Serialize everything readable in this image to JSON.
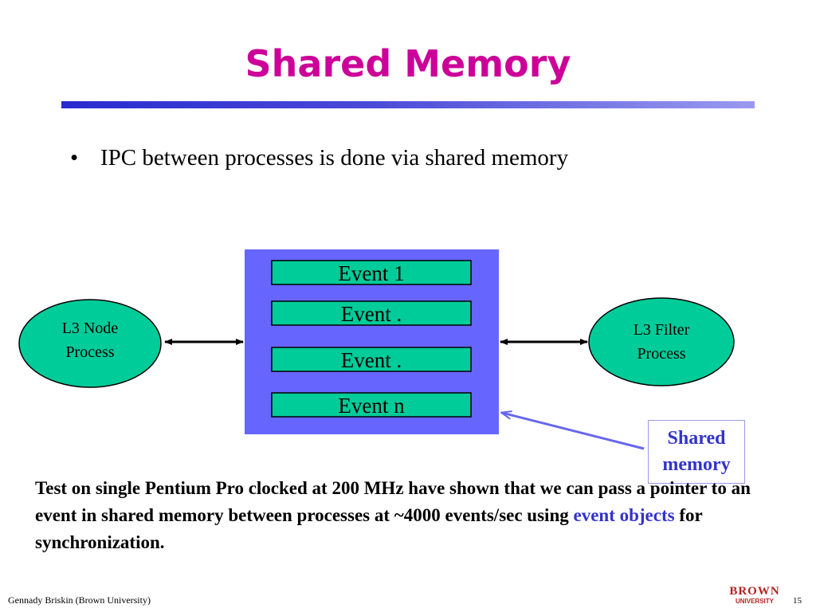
{
  "slide": {
    "title": "Shared Memory",
    "bullet": "IPC between processes is done via shared memory",
    "bullet_marker": "•"
  },
  "diagram": {
    "events": [
      "Event 1",
      "Event .",
      "Event .",
      "Event n"
    ],
    "left_node": [
      "L3 Node",
      "Process"
    ],
    "right_node": [
      "L3 Filter",
      "Process"
    ],
    "shared_label": [
      "Shared",
      "memory"
    ],
    "colors": {
      "container": "#6666ff",
      "event_fill": "#00cc99",
      "node_fill": "#00cc99",
      "arrow": "#000000",
      "pointer_arrow": "#6666ee",
      "title": "#cc0099",
      "highlight": "#3333cc"
    }
  },
  "body": {
    "text_before": "Test on single Pentium Pro clocked at 200 MHz have shown that we can pass a pointer to an event in shared memory between processes at ~4000 events/sec using ",
    "highlight": "event objects",
    "text_after": " for synchronization."
  },
  "footer": {
    "author": "Gennady Briskin (Brown University)",
    "page": "15",
    "logo_top": "BROWN",
    "logo_bottom": "UNIVERSITY"
  }
}
